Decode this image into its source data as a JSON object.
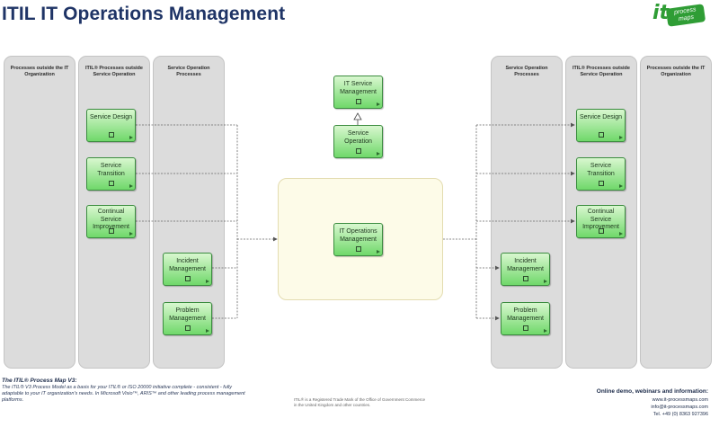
{
  "title": "ITIL IT Operations Management",
  "logo": {
    "prefix": "it",
    "badge": "process maps"
  },
  "lanes": [
    {
      "id": "lane-1",
      "title": "Processes outside the IT Organization"
    },
    {
      "id": "lane-2",
      "title": "ITIL® Processes outside Service Operation"
    },
    {
      "id": "lane-3",
      "title": "Service Operation Processes"
    },
    {
      "id": "lane-4",
      "title": "Service Operation Processes"
    },
    {
      "id": "lane-5",
      "title": "ITIL® Processes outside Service Operation"
    },
    {
      "id": "lane-6",
      "title": "Processes outside the IT Organization"
    }
  ],
  "processes": {
    "service_design_left": "Service Design",
    "service_transition_left": "Service Transition",
    "csi_left": "Continual Service Improvement",
    "incident_left": "Incident Management",
    "problem_left": "Problem Management",
    "it_service_mgmt": "IT Service Management",
    "service_operation": "Service Operation",
    "it_operations_mgmt": "IT Operations Management",
    "service_design_right": "Service Design",
    "service_transition_right": "Service Transition",
    "csi_right": "Continual Service Improvement",
    "incident_right": "Incident Management",
    "problem_right": "Problem Management"
  },
  "footer": {
    "heading": "The ITIL® Process Map V3:",
    "text": "The ITIL® V3 Process Model as a basis for your ITIL® or ISO 20000 initiative complete - consistent - fully adaptable to your IT organization's needs. In Microsoft Visio™, ARIS™ and other leading process management platforms.",
    "trademark": "ITIL® is a Registered Trade Mark of the Office of Government Commerce in the United Kingdom and other countries.",
    "contact_heading": "Online demo, webinars and information:",
    "website": "www.it-processmaps.com",
    "email": "info@it-processmaps.com",
    "phone": "Tel. +49 (0) 8363 927396"
  }
}
